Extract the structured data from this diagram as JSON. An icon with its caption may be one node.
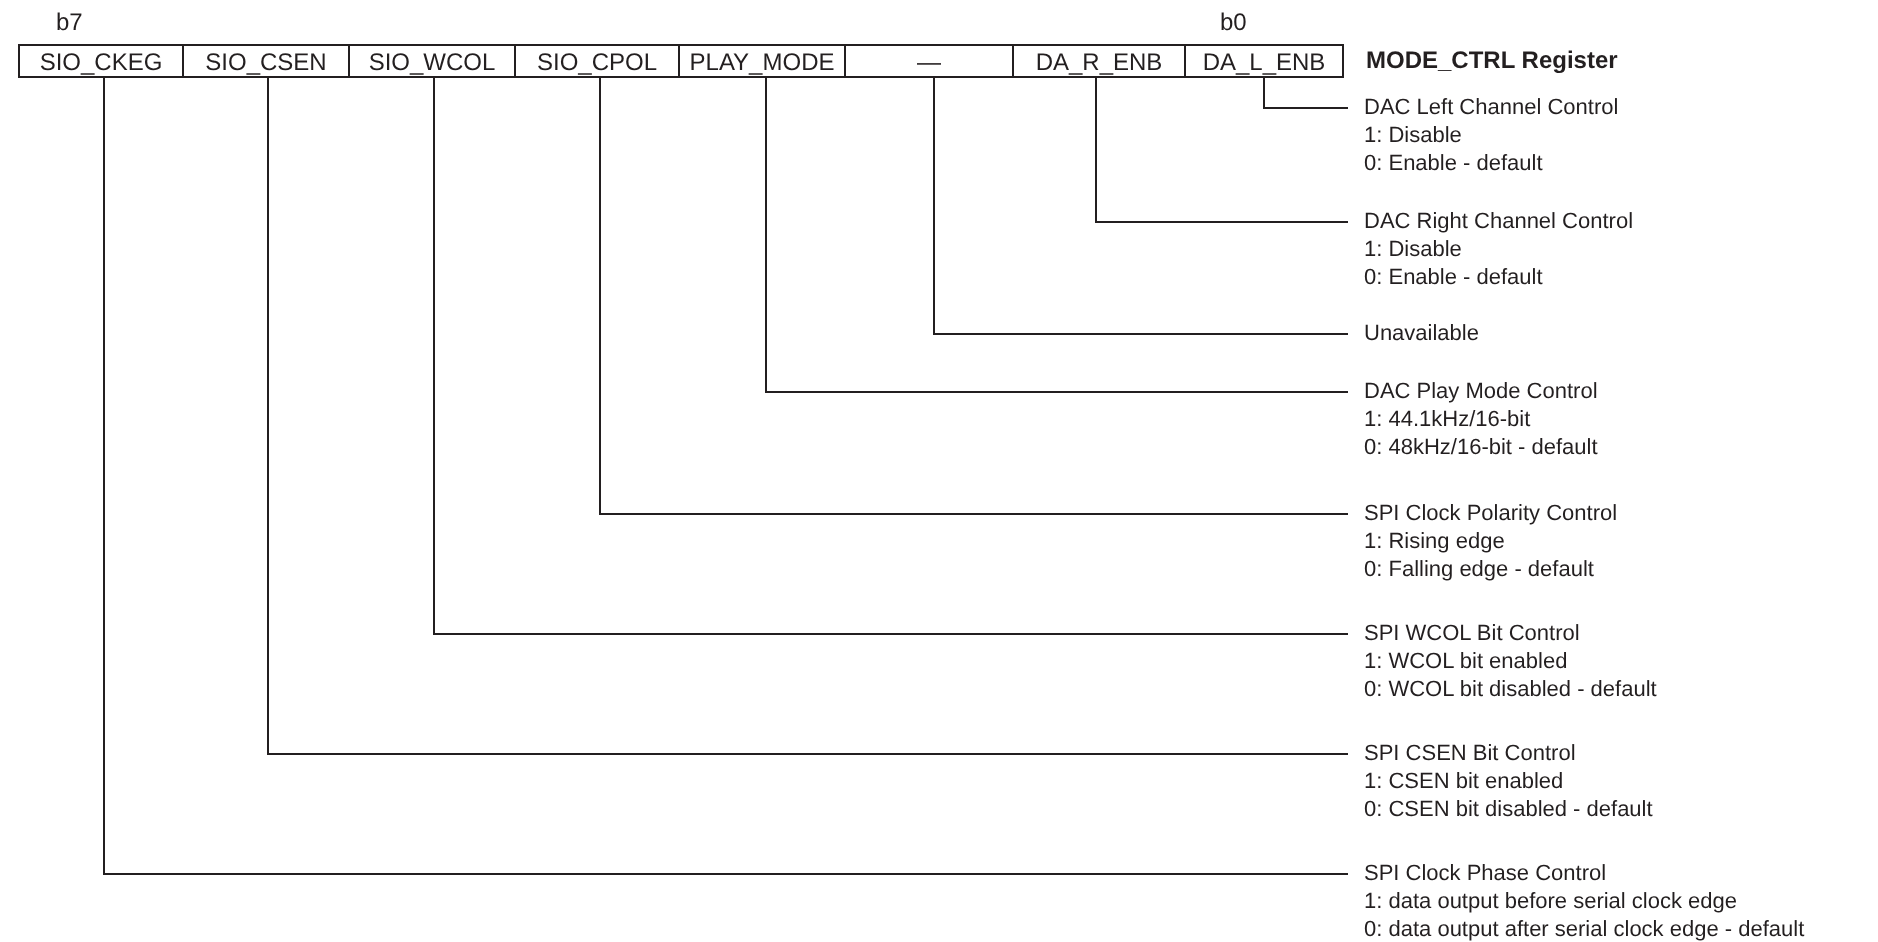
{
  "diagram": {
    "nodes": [
      {
        "text": [
          "SIO_CKEG"
        ]
      },
      {
        "text": [
          "SIO_CSEN"
        ]
      },
      {
        "text": [
          "SIO_WCOL"
        ]
      },
      {
        "text": [
          "SIO_CPOL"
        ]
      },
      {
        "text": [
          "PLAY_MODE"
        ]
      },
      {
        "text": [
          "—"
        ]
      },
      {
        "text": [
          "DA_R_ENB"
        ]
      },
      {
        "text": [
          "DA_L_ENB"
        ]
      },
      {
        "text": [
          "DAC Left Channel Control",
          "1: Disable",
          "0: Enable - default"
        ]
      },
      {
        "text": [
          "DAC Right Channel Control",
          "1: Disable",
          "0: Enable - default"
        ]
      },
      {
        "text": [
          "Unavailable"
        ]
      },
      {
        "text": [
          "DAC Play Mode Control",
          "1: 44.1kHz/16-bit",
          "0: 48kHz/16-bit - default"
        ]
      },
      {
        "text": [
          "SPI Clock Polarity Control",
          "1: Rising edge",
          "0: Falling edge - default"
        ]
      },
      {
        "text": [
          "SPI WCOL Bit Control",
          "1: WCOL bit enabled",
          "0: WCOL bit disabled - default"
        ]
      },
      {
        "text": [
          "SPI CSEN Bit Control",
          "1: CSEN bit enabled",
          "0: CSEN bit disabled - default"
        ]
      },
      {
        "text": [
          "SPI Clock Phase Control",
          "1: data output before serial clock edge",
          "0: data output after serial clock edge - default"
        ]
      }
    ],
    "edges": [
      {
        "from": 7,
        "to": 8,
        "arrow": "none"
      },
      {
        "from": 6,
        "to": 9,
        "arrow": "none"
      },
      {
        "from": 5,
        "to": 10,
        "arrow": "none"
      },
      {
        "from": 4,
        "to": 11,
        "arrow": "none"
      },
      {
        "from": 3,
        "to": 12,
        "arrow": "none"
      },
      {
        "from": 2,
        "to": 13,
        "arrow": "none"
      },
      {
        "from": 1,
        "to": 14,
        "arrow": "none"
      },
      {
        "from": 0,
        "to": 15,
        "arrow": "none"
      }
    ],
    "labels": [
      "b7",
      "b0",
      "MODE_CTRL Register"
    ]
  }
}
